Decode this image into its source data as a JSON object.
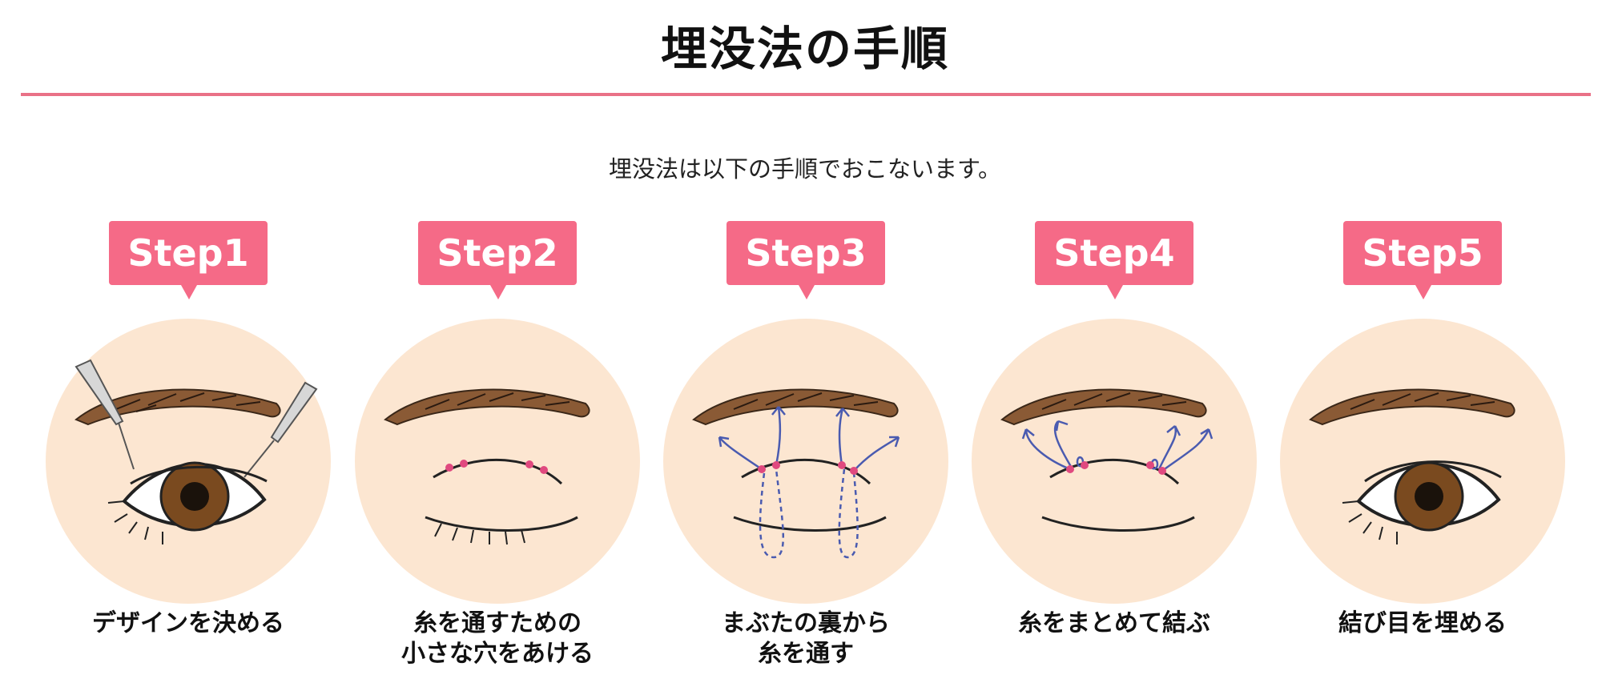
{
  "page": {
    "title": "埋没法の手順",
    "lead": "埋没法は以下の手順でおこないます。"
  },
  "colors": {
    "accent": "#f56a87",
    "rule": "#e97187",
    "circle": "#fce6d1",
    "brow": "#8a5a35",
    "thread": "#4a5bb0",
    "mark": "#e0497f"
  },
  "steps": [
    {
      "label": "Step1",
      "caption_line1": "デザインを決める",
      "caption_line2": ""
    },
    {
      "label": "Step2",
      "caption_line1": "糸を通すための",
      "caption_line2": "小さな穴をあける"
    },
    {
      "label": "Step3",
      "caption_line1": "まぶたの裏から",
      "caption_line2": "糸を通す"
    },
    {
      "label": "Step4",
      "caption_line1": "糸をまとめて結ぶ",
      "caption_line2": ""
    },
    {
      "label": "Step5",
      "caption_line1": "結び目を埋める",
      "caption_line2": ""
    }
  ]
}
